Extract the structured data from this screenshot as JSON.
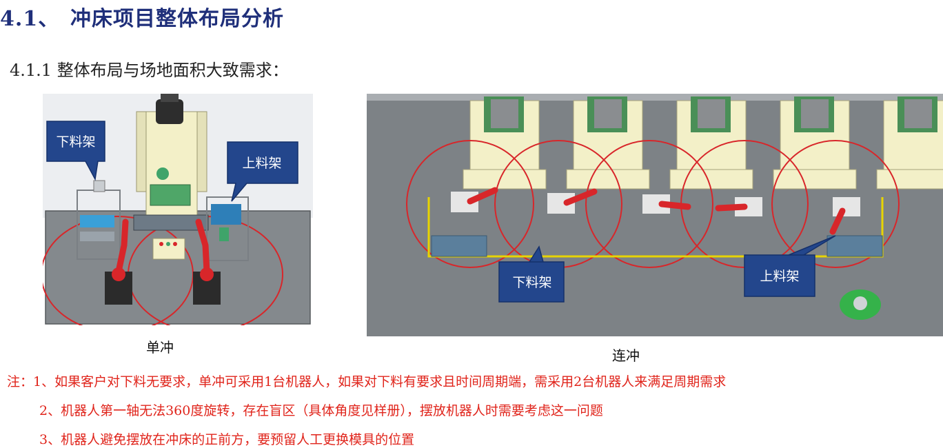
{
  "header": {
    "section_number": "4.1、",
    "section_title": "冲床项目整体布局分析",
    "subsection": "4.1.1 整体布局与场地面积大致需求："
  },
  "figures": {
    "single": {
      "caption": "单冲",
      "callout_unload": "下料架",
      "callout_load": "上料架"
    },
    "continuous": {
      "caption": "连冲",
      "callout_unload": "下料架",
      "callout_load": "上料架"
    }
  },
  "notes": [
    "注：1、如果客户对下料无要求，单冲可采用1台机器人，如果对下料有要求且时间周期端，需采用2台机器人来满足周期需求",
    "2、机器人第一轴无法360度旋转，存在盲区（具体角度见样册），摆放机器人时需要考虑这一问题",
    "3、机器人避免摆放在冲床的正前方，要预留人工更换模具的位置"
  ],
  "colors": {
    "title": "#1f2f7a",
    "note_red": "#e0241b",
    "callout_blue": "#23468c",
    "robot_red": "#d8262a",
    "floor_gray": "#7d8286",
    "press_cream": "#f3f0c8",
    "safety_yellow": "#e8d400",
    "operator_green": "#35b24a"
  }
}
